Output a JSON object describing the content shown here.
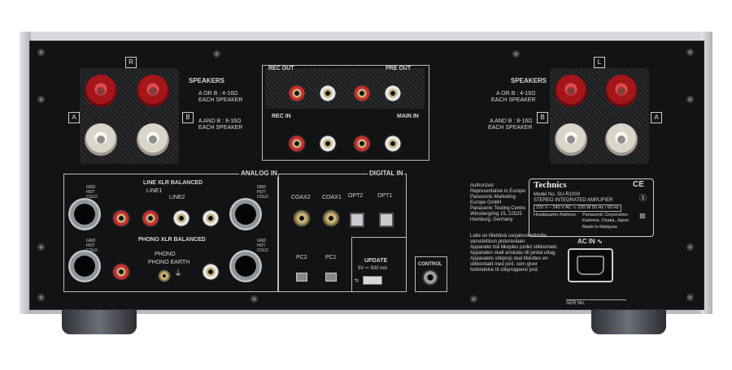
{
  "speakers_left": {
    "title": "SPEAKERS",
    "channel": "R",
    "a_label": "A",
    "b_label": "B",
    "a_or_b": "A OR B : 4-16Ω\nEACH SPEAKER",
    "a_and_b": "A AND B : 8-16Ω\nEACH SPEAKER"
  },
  "speakers_right": {
    "title": "SPEAKERS",
    "channel": "L",
    "a_label": "A",
    "b_label": "B",
    "a_or_b": "A OR B : 4-16Ω\nEACH SPEAKER",
    "a_and_b": "A AND B : 8-16Ω\nEACH SPEAKER"
  },
  "center": {
    "rec_out": "REC OUT",
    "pre_out": "PRE OUT",
    "rec_in": "REC IN",
    "main_in": "MAIN IN"
  },
  "analog": {
    "title": "ANALOG IN",
    "line_xlr": "LINE XLR BALANCED",
    "line1": "LINE1",
    "line2": "LINE2",
    "phono_xlr": "PHONO XLR BALANCED",
    "phono": "PHONO",
    "phono_earth": "PHONO EARTH",
    "gnd": "GND\nHOT\nCOLD"
  },
  "digital": {
    "title": "DIGITAL IN",
    "coax2": "COAX2",
    "coax1": "COAX1",
    "opt2": "OPT2",
    "opt1": "OPT1",
    "pc2": "PC2",
    "pc1": "PC1",
    "update": "UPDATE",
    "usb_power": "5V ⎓ 500 mA"
  },
  "control": "CONTROL",
  "authorized": "Authorized\nRepresentative in Europe:\nPanasonic Marketing\nEurope GmbH\nPanasonic Testing Centre\nWinsbergring 15, 22525\nHamburg, Germany",
  "warning": "Laite on liitettävä suojakoskettimilla\nvarustettuun pistorasiaan.\nApparatet må tilkoples jordet stikkontakt.\nApparaten skall anslutas till jordat uttag.\nApparatets stikprop skal tilsluttes en\nstikkontakt med jord, som giver\nforbindelse til stikproppens jord.",
  "plate": {
    "brand": "Technics",
    "model": "Model No.  SU-R1000",
    "desc": "STEREO INTEGRATED AMPLIFIER",
    "power": "220 V – 240 V  AC  ∿  220 W   50 Hz / 60 Hz",
    "hq_label": "Headquarter Address :",
    "hq": "Panasonic Corporation\nKadoma, Osaka, Japan",
    "made": "Made in Malaysia",
    "ce": "CE"
  },
  "ac_in": "AC IN ∿",
  "ser_no": "SER No."
}
